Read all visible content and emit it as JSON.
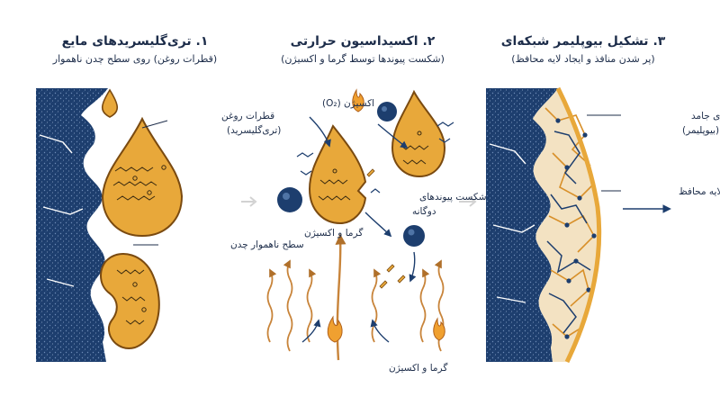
{
  "steps": [
    {
      "title": "۱. تری‌گلیسریدهای مایع",
      "subtitle": "(قطرات روغن) روی سطح چدن ناهموار"
    },
    {
      "title": "۲. اکسیداسیون حرارتی",
      "subtitle": "(شکست پیوندها توسط گرما و اکسیژن)"
    },
    {
      "title": "۳. تشکیل بیوپلیمر شبکه‌ای",
      "subtitle": "(پر شدن منافذ و ایجاد لایه محافظ)"
    }
  ],
  "labels": {
    "oil_droplets_line1": "قطرات روغن",
    "oil_droplets_line2": "(تری‌گلیسرید)",
    "rough_surface": "سطح ناهموار چدن",
    "oxygen": "اکسیژن (O₂)",
    "double_bonds_line1": "شکست پیوندهای",
    "double_bonds_line2": "دوگانه",
    "heat_oxygen_left": "گرما و اکسیژن",
    "heat_oxygen_bottom": "گرما و اکسیژن",
    "polymer_line1": "شبکه پلیمری جامد",
    "polymer_line2": "(بیوپلیمر)",
    "protective_layer": "لایه محافظ"
  },
  "colors": {
    "iron": "#1d3e6e",
    "oil": "#e8a83a",
    "oil_stroke": "#7a4a10",
    "ink": "#1d2d4a",
    "arrow": "#d2d2d2",
    "flame": "#f0a030"
  }
}
